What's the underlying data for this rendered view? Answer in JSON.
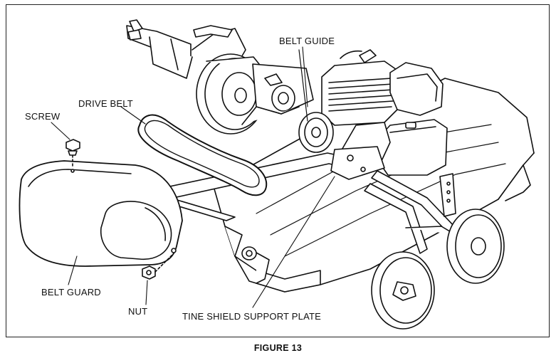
{
  "labels": {
    "screw": "SCREW",
    "drive_belt": "DRIVE BELT",
    "belt_guide": "BELT GUIDE",
    "belt_guard": "BELT GUARD",
    "nut": "NUT",
    "tine_shield_support_plate": "TINE SHIELD SUPPORT PLATE"
  },
  "caption": "FIGURE 13"
}
